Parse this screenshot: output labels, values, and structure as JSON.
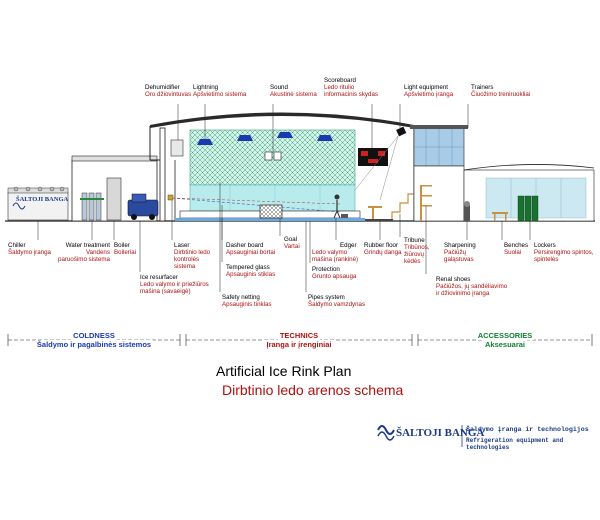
{
  "titles": {
    "main_en": "Artificial Ice Rink Plan",
    "main_lt": "Dirbtinio ledo arenos schema"
  },
  "sections": [
    {
      "en": "COLDNESS",
      "lt": "Šaldymo ir pagalbinės sistemos",
      "color": "#1a3ab0"
    },
    {
      "en": "TECHNICS",
      "lt": "Įranga ir įrenginiai",
      "color": "#b01010"
    },
    {
      "en": "ACCESSORIES",
      "lt": "Aksesuarai",
      "color": "#108030"
    }
  ],
  "labels": {
    "dehumidifier": {
      "en": "Dehumidifier",
      "lt": "Oro džiovintuvas"
    },
    "lightning": {
      "en": "Lightning",
      "lt": "Apšvietimo sistema"
    },
    "sound": {
      "en": "Sound",
      "lt": "Akustinė sistema"
    },
    "scoreboard": {
      "en": "Scoreboard",
      "lt1": "Ledo ritulio",
      "lt2": "informacinis skydas"
    },
    "light_equipment": {
      "en": "Light equipment",
      "lt": "Apšvietimo įranga"
    },
    "trainers": {
      "en": "Trainers",
      "lt": "Čiuožimo treniruokliai"
    },
    "chiller": {
      "en": "Chiller",
      "lt": "Šaldymo įranga"
    },
    "water_treatment": {
      "en": "Water treatment",
      "lt1": "Vandens",
      "lt2": "paruošimo sistema"
    },
    "boiler": {
      "en": "Boiler",
      "lt": "Boileriai"
    },
    "ice_resurfacer": {
      "en": "Ice resurfacer",
      "lt1": "Ledo valymo ir priežiūros",
      "lt2": "mašina (savaeigė)"
    },
    "laser": {
      "en": "Laser",
      "lt1": "Dirbtinio ledo",
      "lt2": "kontrolės",
      "lt3": "sistema"
    },
    "dasher_board": {
      "en": "Dasher board",
      "lt": "Apsauginiai bortai"
    },
    "tempered_glass": {
      "en": "Tempered glass",
      "lt": "Apsauginis stiklas"
    },
    "safety_netting": {
      "en": "Safety netting",
      "lt": "Apsauginis tinklas"
    },
    "goal": {
      "en": "Goal",
      "lt": "Vartai"
    },
    "edger": {
      "en": "Edger",
      "lt1": "Ledo valymo",
      "lt2": "mašina (rankinė)"
    },
    "protection": {
      "en": "Protection",
      "lt": "Grunto apsauga"
    },
    "pipes_system": {
      "en": "Pipes system",
      "lt": "Šaldymo vamzdynas"
    },
    "rubber_floor": {
      "en": "Rubber floor",
      "lt": "Grindų danga"
    },
    "tribune": {
      "en": "Tribune",
      "lt1": "Tribūnos,",
      "lt2": "žiūrovų",
      "lt3": "kėdės"
    },
    "sharpening": {
      "en": "Sharpening",
      "lt1": "Pačiūžų",
      "lt2": "galąstuvas"
    },
    "rental_shoes": {
      "en": "Renal shoes",
      "lt1": "Pačiūžos, jų sandėliavimo",
      "lt2": "ir džiovinimo įranga"
    },
    "benches": {
      "en": "Benches",
      "lt": "Suolai"
    },
    "lockers": {
      "en": "Lockers",
      "lt1": "Persirengimo spintos,",
      "lt2": "spintelės"
    }
  },
  "logo": {
    "name": "ŠALTOJI BANGA",
    "tagline_lt": "Šaldymo įranga ir technologijos",
    "tagline_en": "Refrigeration equipment and technologies"
  },
  "colors": {
    "glass": "#b8ecec",
    "netting": "#8fd9c0",
    "roof": "#2a2a2a",
    "accent_blue": "#1a3a8a",
    "lt_red": "#b01010"
  }
}
